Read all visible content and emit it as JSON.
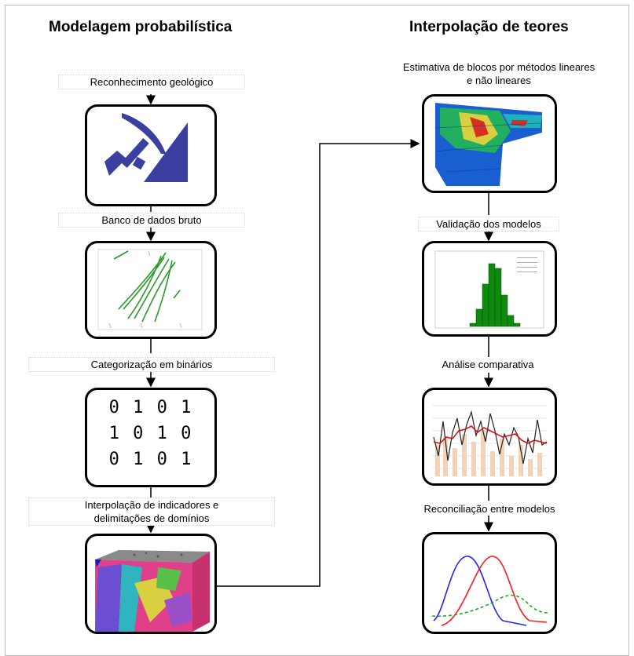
{
  "left_column": {
    "title": "Modelagem probabilística",
    "steps": [
      {
        "label": "Reconhecimento geológico",
        "icon": "pickaxe-icon"
      },
      {
        "label": "Banco de dados bruto",
        "icon": "drillhole-plot"
      },
      {
        "label": "Categorização em  binários",
        "icon": "binary-matrix"
      },
      {
        "label_line1": "Interpolação de indicadores e",
        "label_line2": "delimitações de domínios",
        "icon": "block-model-3d"
      }
    ],
    "binary_rows": [
      "0 1 0 1",
      "1 0 1 0",
      "0 1 0 1"
    ]
  },
  "right_column": {
    "title": "Interpolação de teores",
    "steps": [
      {
        "label_line1": "Estimativa de blocos por métodos lineares",
        "label_line2": "e não lineares",
        "icon": "block-estimate-map"
      },
      {
        "label": "Validação dos modelos",
        "icon": "histogram"
      },
      {
        "label": "Análise comparativa",
        "icon": "swath-plot"
      },
      {
        "label": "Reconciliação entre modelos",
        "icon": "distribution-curves"
      }
    ]
  },
  "colors": {
    "pickaxe": "#3b3fa0",
    "histogram": "#0e8a0e",
    "curve_blue": "#2222ff",
    "curve_red": "#ff1a1a",
    "curve_green": "#22aa22"
  }
}
